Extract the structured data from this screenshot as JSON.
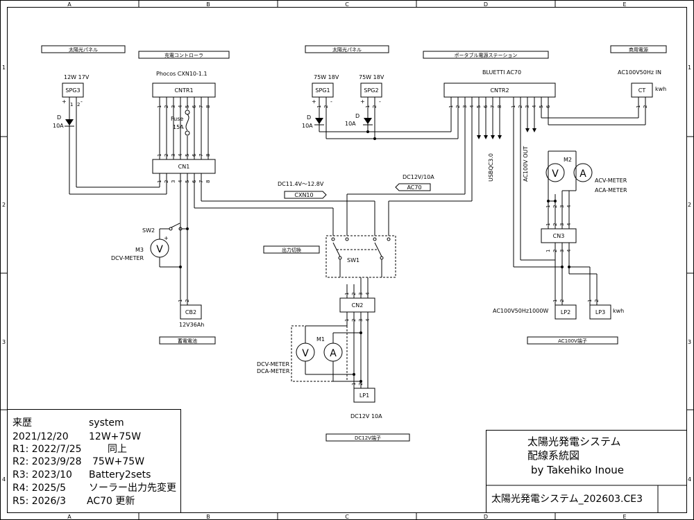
{
  "grid": {
    "cols": [
      "A",
      "B",
      "C",
      "D",
      "E"
    ],
    "rows": [
      "1",
      "2",
      "3",
      "4"
    ]
  },
  "section_labels": {
    "solar_panel_left": "太陽光パネル",
    "charge_controller": "充電コントローラ",
    "solar_panel_center": "太陽光パネル",
    "portable_power_station": "ポータブル電源ステーション",
    "commercial_power": "商用電源",
    "output_switch": "出力切換",
    "storage_battery": "蓄電電池",
    "dc12v_terminal": "DC12V端子",
    "ac100v_terminal": "AC100V端子"
  },
  "components": {
    "spg3": {
      "label": "SPG3",
      "spec": "12W 17V"
    },
    "spg1": {
      "label": "SPG1",
      "spec": "75W 18V"
    },
    "spg2": {
      "label": "SPG2",
      "spec": "75W 18V"
    },
    "cntr1": {
      "label": "CNTR1",
      "model": "Phocos CXN10-1.1"
    },
    "cntr2": {
      "label": "CNTR2",
      "model": "BLUETTI AC70"
    },
    "ct": {
      "label": "CT",
      "spec": "AC100V50Hz  IN",
      "unit": "kwh"
    },
    "cn1": {
      "label": "CN1"
    },
    "cn2": {
      "label": "CN2"
    },
    "cn3": {
      "label": "CN3"
    },
    "cb2": {
      "label": "CB2",
      "spec": "12V36Ah"
    },
    "lp1": {
      "label": "LP1",
      "spec": "DC12V  10A"
    },
    "lp2": {
      "label": "LP2",
      "spec": "AC100V50Hz1000W"
    },
    "lp3": {
      "label": "LP3",
      "unit": "kwh"
    },
    "sw1": {
      "label": "SW1"
    },
    "sw2": {
      "label": "SW2"
    },
    "fuse": {
      "label": "Fuse",
      "rating": "15A"
    },
    "diode_spg3": {
      "label": "D",
      "rating": "10A"
    },
    "diode_spg1": {
      "label": "D",
      "rating": "10A"
    },
    "diode_spg2": {
      "label": "D",
      "rating": "10A"
    },
    "m1": {
      "label": "M1",
      "desc1": "DCV-METER",
      "desc2": "DCA-METER"
    },
    "m2": {
      "label": "M2",
      "desc1": "ACV-METER",
      "desc2": "ACA-METER"
    },
    "m3": {
      "label": "M3",
      "desc1": "DCV-METER"
    }
  },
  "meter_symbols": {
    "volt": "V",
    "amp": "A"
  },
  "polarity": {
    "plus": "+",
    "minus": "-"
  },
  "signals": {
    "cxn10_range": "DC11.4V～12.8V",
    "cxn10_tag": "CXN10",
    "ac70_spec": "DC12V/10A",
    "ac70_tag": "AC70",
    "usb_out": "USBQC3.0",
    "ac_out": "AC100V  OUT"
  },
  "history": {
    "header_left": "来歴",
    "header_right": "system",
    "rows": [
      {
        "rev": "2021/12/20",
        "desc": "12W+75W"
      },
      {
        "rev": "R1:  2022/7/25",
        "desc": "同上"
      },
      {
        "rev": "R2:  2023/9/28",
        "desc": "75W+75W"
      },
      {
        "rev": "R3:  2023/10",
        "desc": "Battery2sets"
      },
      {
        "rev": "R4:  2025/5",
        "desc": "ソーラー出力先変更"
      },
      {
        "rev": "R5:  2026/3",
        "desc": "AC70  更新"
      }
    ]
  },
  "title_block": {
    "line1": "太陽光発電システム",
    "line2": "配線系統図",
    "line3": "by  Takehiko  Inoue",
    "filename": "太陽光発電システム_202603.CE3"
  }
}
